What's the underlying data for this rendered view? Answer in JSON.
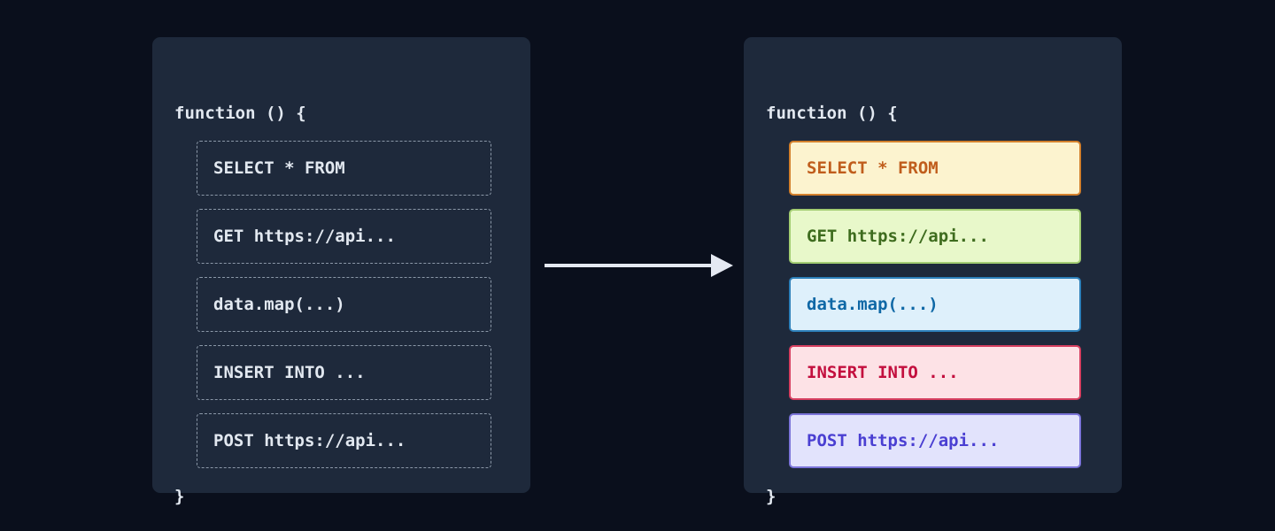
{
  "theme": {
    "page-bg": "#0a0f1c",
    "panel-bg": "#1e293b",
    "panel-text": "#e2e8f0",
    "dashed-border": "#8b98a8",
    "arrow": "#e5e9f2"
  },
  "left_panel": {
    "header": "function () {",
    "footer": "}",
    "items": [
      {
        "label": "SELECT * FROM"
      },
      {
        "label": "GET https://api..."
      },
      {
        "label": "data.map(...)"
      },
      {
        "label": "INSERT INTO ..."
      },
      {
        "label": "POST https://api..."
      }
    ]
  },
  "right_panel": {
    "header": "function () {",
    "footer": "}",
    "items": [
      {
        "label": "SELECT * FROM",
        "bg": "#fcf3cf",
        "border": "#d3802c",
        "color": "#c05d1c"
      },
      {
        "label": "GET https://api...",
        "bg": "#e8f8ca",
        "border": "#a3cd72",
        "color": "#3e6c1e"
      },
      {
        "label": "data.map(...)",
        "bg": "#def0fb",
        "border": "#2d80ba",
        "color": "#0f68a6"
      },
      {
        "label": "INSERT INTO ...",
        "bg": "#fde2e6",
        "border": "#d63f60",
        "color": "#c30f3e"
      },
      {
        "label": "POST https://api...",
        "bg": "#e2e3fc",
        "border": "#7b74d9",
        "color": "#4a3fd2"
      }
    ]
  },
  "arrow": {
    "name": "left-to-right-arrow"
  }
}
